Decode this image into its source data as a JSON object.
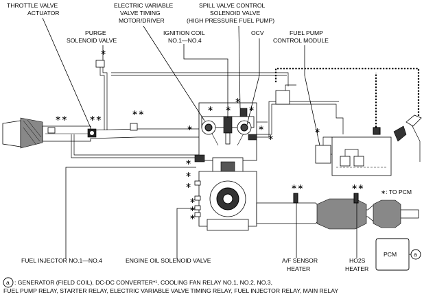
{
  "labels": {
    "throttle_valve_actuator_1": "THROTTLE VALVE",
    "throttle_valve_actuator_2": "ACTUATOR",
    "evvt_1": "ELECTRIC VARIABLE",
    "evvt_2": "VALVE TIMING",
    "evvt_3": "MOTOR/DRIVER",
    "spill_valve_1": "SPILL VALVE CONTROL",
    "spill_valve_2": "SOLENOID VALVE",
    "spill_valve_3": "(HIGH PRESSURE FUEL PUMP)",
    "purge_1": "PURGE",
    "purge_2": "SOLENOID VALVE",
    "ignition_coil_1": "IGNITION COIL",
    "ignition_coil_2": "NO.1—NO.4",
    "ocv": "OCV",
    "fuel_pump_module_1": "FUEL PUMP",
    "fuel_pump_module_2": "CONTROL MODULE",
    "to_pcm_legend": "∗: TO PCM",
    "fuel_injector": "FUEL INJECTOR NO.1—NO.4",
    "engine_oil_solenoid": "ENGINE OIL SOLENOID VALVE",
    "af_sensor_1": "A/F SENSOR",
    "af_sensor_2": "HEATER",
    "ho2s_1": "HO2S",
    "ho2s_2": "HEATER",
    "pcm": "PCM",
    "circle_a": "a"
  },
  "footnote": {
    "marker": "a",
    "line1": ": GENERATOR (FIELD COIL), DC-DC CONVERTER*¹, COOLING FAN RELAY NO.1, NO.2, NO.3,",
    "line2": "FUEL PUMP RELAY, STARTER RELAY, ELECTRIC VARIABLE VALVE TIMING RELAY, FUEL INJECTOR RELAY, MAIN RELAY"
  },
  "symbols": {
    "to_pcm": "∗",
    "double_to_pcm": "∗∗"
  }
}
